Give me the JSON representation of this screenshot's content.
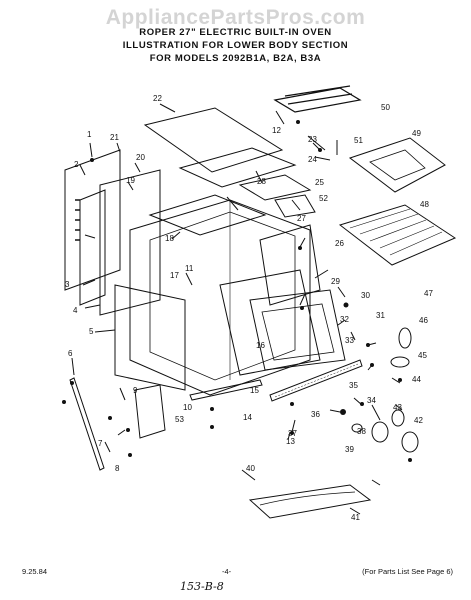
{
  "watermark": "AppliancePartsPros.com",
  "title": {
    "line1": "ROPER 27\" ELECTRIC BUILT-IN OVEN",
    "line2": "ILLUSTRATION FOR LOWER BODY SECTION",
    "line3": "FOR MODELS 2092B1A, B2A, B3A"
  },
  "callouts": [
    "1",
    "2",
    "3",
    "4",
    "5",
    "6",
    "7",
    "8",
    "9",
    "10",
    "11",
    "12",
    "13",
    "14",
    "15",
    "16",
    "17",
    "18",
    "19",
    "20",
    "21",
    "22",
    "23",
    "24",
    "25",
    "26",
    "27",
    "28",
    "29",
    "30",
    "31",
    "32",
    "33",
    "34",
    "35",
    "36",
    "37",
    "38",
    "39",
    "40",
    "41",
    "42",
    "43",
    "44",
    "45",
    "46",
    "47",
    "48",
    "49",
    "50",
    "51",
    "52",
    "53"
  ],
  "footer": {
    "date": "9.25.84",
    "page": "-4-",
    "note": "(For Parts List See Page 6)",
    "handwritten": "153-B-8"
  }
}
